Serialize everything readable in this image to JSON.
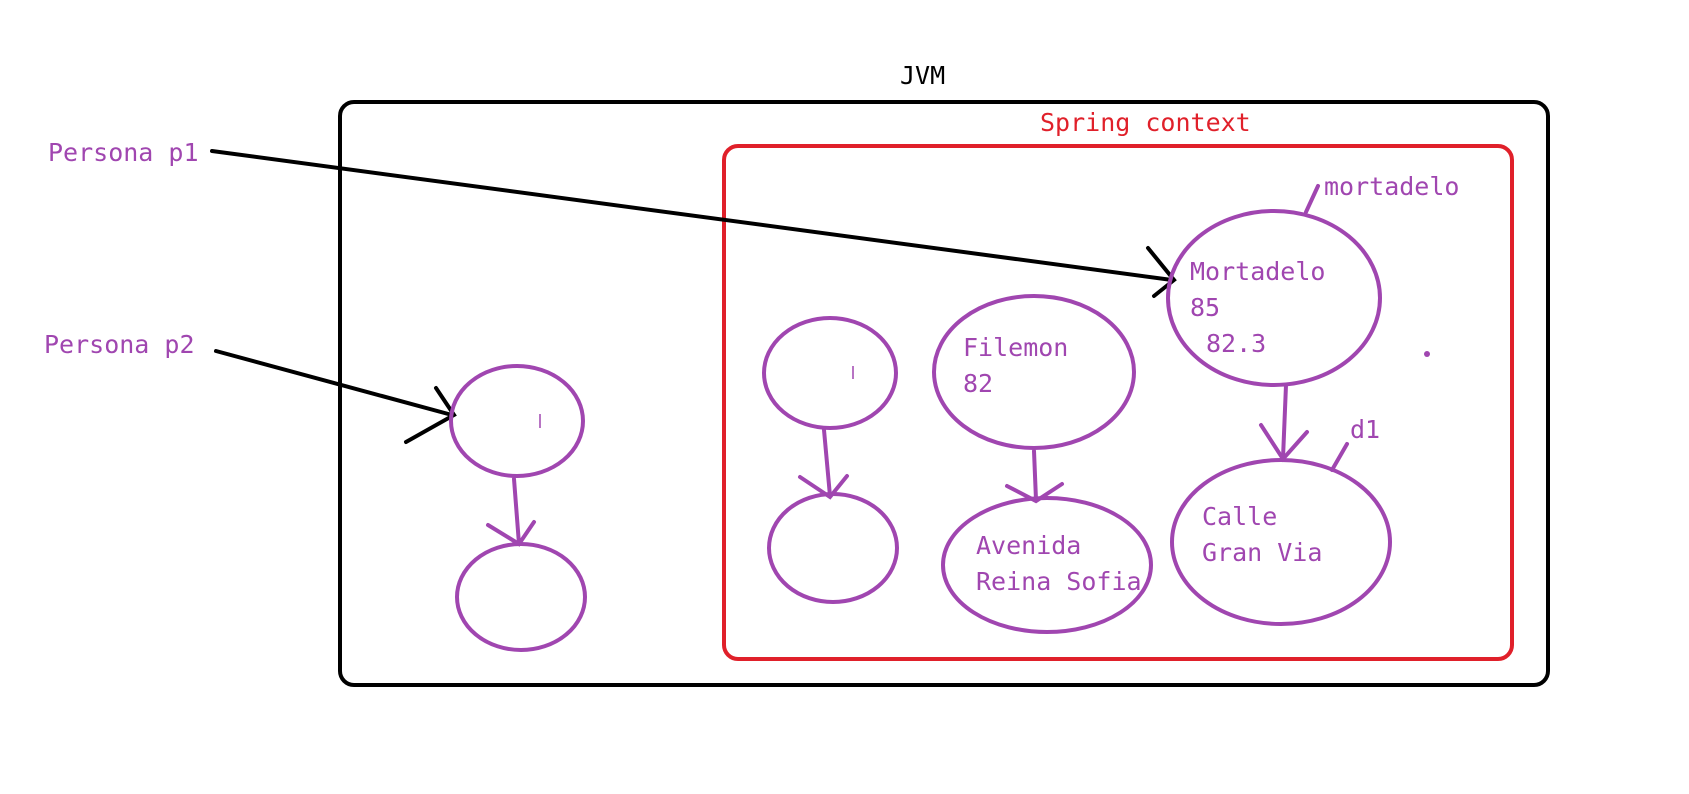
{
  "colors": {
    "purple": "#a046b0",
    "black": "#000000",
    "red": "#e0202a",
    "background": "#ffffff"
  },
  "jvm": {
    "label": "JVM"
  },
  "spring_context": {
    "label": "Spring context"
  },
  "references": {
    "p1": "Persona p1",
    "p2": "Persona p2"
  },
  "beans": {
    "mortadelo": {
      "bean_name": "mortadelo",
      "line1": "Mortadelo",
      "line2": "85",
      "line3": "82.3"
    },
    "filemon": {
      "line1": "Filemon",
      "line2": "82"
    },
    "direccion_filemon": {
      "line1": "Avenida",
      "line2": "Reina Sofia"
    },
    "direccion_mortadelo": {
      "bean_name": "d1",
      "line1": "Calle",
      "line2": "Gran Via"
    }
  }
}
